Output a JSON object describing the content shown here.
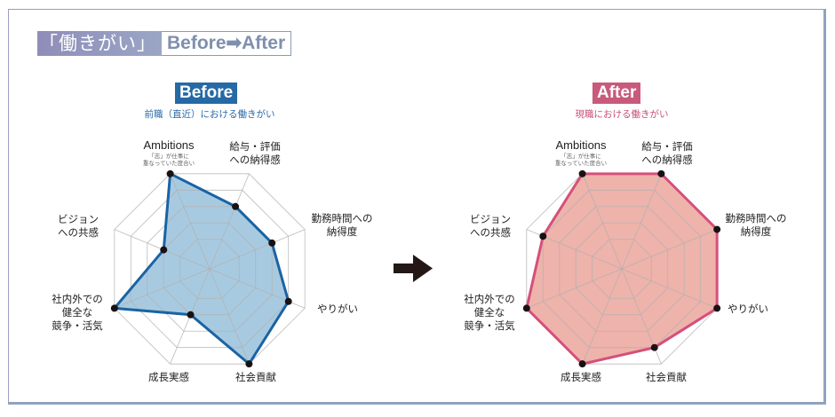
{
  "title": {
    "jp": "「働きがい」",
    "en": "Before➡After"
  },
  "colors": {
    "before_line": "#1a63a4",
    "before_fill": "#a8cae0",
    "after_line": "#d4507a",
    "after_fill": "#eeb3ab",
    "grid": "#b0b0b0",
    "dot": "#1a1212"
  },
  "panels": {
    "before": {
      "badge": "Before",
      "subtitle": "前職（直近）における働きがい"
    },
    "after": {
      "badge": "After",
      "subtitle": "現職における働きがい"
    }
  },
  "axes": {
    "ambitions": {
      "title": "Ambitions",
      "note1": "「志」が仕事に",
      "note2": "重なっていた度合い"
    },
    "salary": {
      "line1": "給与・評価",
      "line2": "への納得感"
    },
    "hours": {
      "line1": "勤務時間への",
      "line2": "納得度"
    },
    "rewarding": {
      "line1": "やりがい"
    },
    "social": {
      "line1": "社会貢献"
    },
    "growth": {
      "line1": "成長実感"
    },
    "competition": {
      "line1": "社内外での",
      "line2": "健全な",
      "line3": "競争・活気"
    },
    "vision": {
      "line1": "ビジョン",
      "line2": "への共感"
    }
  },
  "chart_data": [
    {
      "type": "radar",
      "title": "Before",
      "subtitle": "前職（直近）における働きがい",
      "categories": [
        "Ambitions",
        "給与・評価への納得感",
        "勤務時間への納得度",
        "やりがい",
        "社会貢献",
        "成長実感",
        "社内外での健全な競争・活気",
        "ビジョンへの共感"
      ],
      "values": [
        5,
        3,
        3,
        4,
        5,
        2,
        5,
        2
      ],
      "range": [
        0,
        5
      ]
    },
    {
      "type": "radar",
      "title": "After",
      "subtitle": "現職における働きがい",
      "categories": [
        "Ambitions",
        "給与・評価への納得感",
        "勤務時間への納得度",
        "やりがい",
        "社会貢献",
        "成長実感",
        "社内外での健全な競争・活気",
        "ビジョンへの共感"
      ],
      "values": [
        5,
        5,
        5,
        5,
        4,
        5,
        5,
        4
      ],
      "range": [
        0,
        5
      ]
    }
  ]
}
